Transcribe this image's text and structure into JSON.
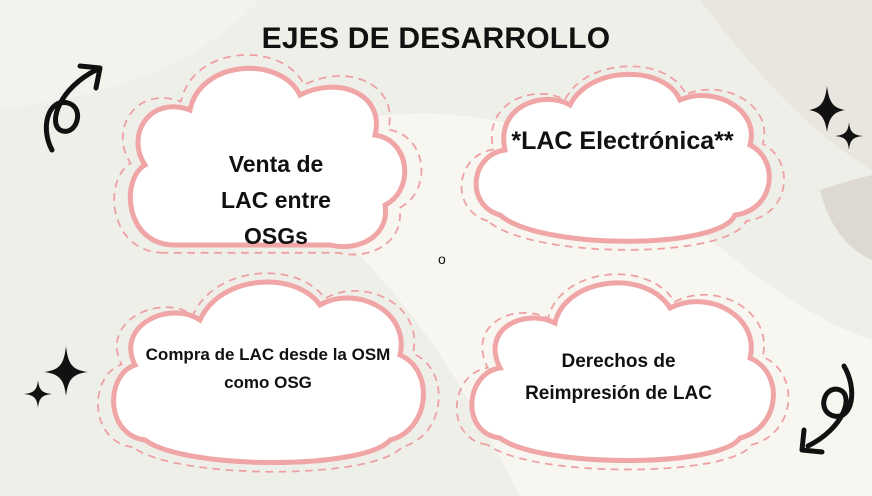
{
  "title": "EJES DE DESARROLLO",
  "clouds": [
    {
      "lines": [
        "Venta de",
        "LAC entre",
        "OSGs"
      ]
    },
    {
      "lines": [
        "*LAC Electrónica**"
      ]
    },
    {
      "lines": [
        "Compra de LAC desde la OSM",
        "como OSG"
      ]
    },
    {
      "lines": [
        "Derechos de",
        "Reimpresión de LAC"
      ]
    }
  ],
  "stray_text": "o",
  "colors": {
    "background": "#efefe9",
    "cloud_fill": "#ffffff",
    "cloud_outline": "#f0a6a6",
    "cloud_dashes": "#eea0a0",
    "ink": "#111111"
  },
  "decorations": [
    "curly-arrow-icon",
    "sparkle-icon",
    "sparkle-icon",
    "curly-arrow-icon"
  ]
}
